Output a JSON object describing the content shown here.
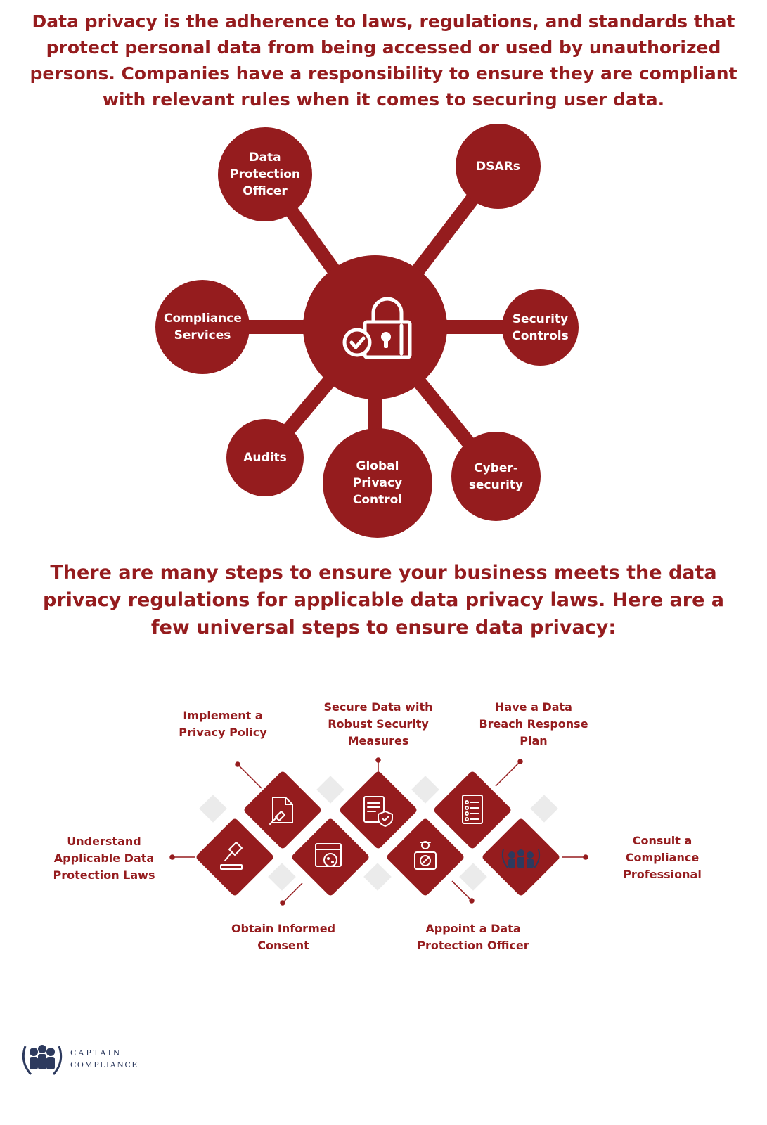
{
  "intro_text": "Data privacy is the adherence to laws, regulations, and standards that protect personal data from being accessed or used by unauthorized persons. Companies have a responsibility to ensure they are compliant with relevant rules when it comes to securing user data.",
  "hub": {
    "icon": "padlock-checkmark-icon",
    "nodes": [
      {
        "id": "dpo",
        "label": "Data Protection Officer"
      },
      {
        "id": "dsars",
        "label": "DSARs"
      },
      {
        "id": "compliance",
        "label": "Compliance Services"
      },
      {
        "id": "security",
        "label": "Security Controls"
      },
      {
        "id": "audits",
        "label": "Audits"
      },
      {
        "id": "gpc",
        "label": "Global Privacy Control"
      },
      {
        "id": "cyber",
        "label": "Cyber- security"
      }
    ]
  },
  "steps_intro": "There are many steps to ensure your business meets the data privacy regulations for applicable data privacy laws. Here are a few universal steps to ensure data privacy:",
  "steps": [
    {
      "label": "Understand Applicable Data Protection Laws",
      "icon": "gavel-icon"
    },
    {
      "label": "Implement a Privacy Policy",
      "icon": "document-gavel-icon"
    },
    {
      "label": "Obtain Informed Consent",
      "icon": "browser-cookie-icon"
    },
    {
      "label": "Secure Data with Robust Security Measures",
      "icon": "document-shield-icon"
    },
    {
      "label": "Appoint a Data Protection Officer",
      "icon": "officer-camera-icon"
    },
    {
      "label": "Have a Data Breach Response Plan",
      "icon": "checklist-icon"
    },
    {
      "label": "Consult a Compliance Professional",
      "icon": "captain-compliance-emblem-icon"
    }
  ],
  "brand": {
    "line1": "CAPTAIN",
    "line2": "COMPLIANCE"
  },
  "colors": {
    "primary": "#951c1e",
    "light_diamond": "#ebebeb",
    "brand_navy": "#2d3a5e"
  }
}
